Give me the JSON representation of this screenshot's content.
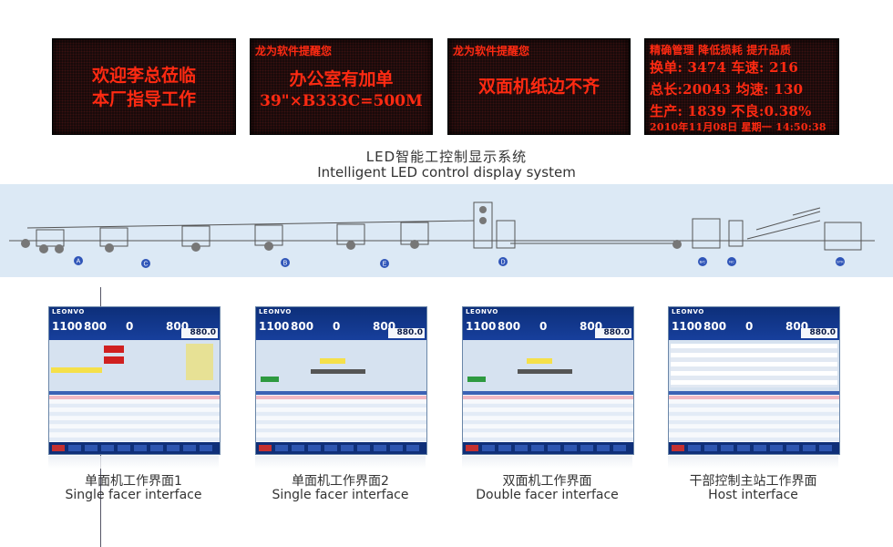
{
  "led_panels": [
    {
      "header": "",
      "lines": [
        "欢迎李总莅临",
        "本厂指导工作"
      ]
    },
    {
      "header": "龙为软件提醒您",
      "lines": [
        "办公室有加单",
        "39\"×B333C=500M"
      ]
    },
    {
      "header": "龙为软件提醒您",
      "lines": [
        "双面机纸边不齐"
      ]
    },
    {
      "header": "",
      "lines": [
        "精确管理 降低损耗 提升品质",
        "换单: 3474 车速: 216",
        "总长:20043 均速: 130",
        "生产: 1839 不良:0.38%",
        "2010年11月08日 星期一 14:50:38"
      ]
    }
  ],
  "caption": {
    "zh": "LED智能工控制显示系统",
    "en": "Intelligent LED control display system"
  },
  "machine": {
    "stations": [
      "A",
      "C",
      "B",
      "E",
      "D"
    ],
    "labels": [
      "B/C",
      "NC",
      "STK"
    ],
    "colors": {
      "station": "#2f55b8",
      "band": "#dce9f5",
      "machine": "#555555"
    }
  },
  "screens": [
    {
      "top_values": [
        "1100",
        "800",
        "0",
        "800"
      ],
      "box_value": "880.0",
      "logo": "LEONVO",
      "zh": "单面机工作界面1",
      "en": "Single facer interface"
    },
    {
      "top_values": [
        "1100",
        "800",
        "0",
        "800"
      ],
      "box_value": "880.0",
      "logo": "LEONVO",
      "zh": "单面机工作界面2",
      "en": "Single facer interface"
    },
    {
      "top_values": [
        "1100",
        "800",
        "0",
        "800"
      ],
      "box_value": "880.0",
      "logo": "LEONVO",
      "zh": "双面机工作界面",
      "en": "Double facer interface"
    },
    {
      "top_values": [
        "1100",
        "800",
        "0",
        "800"
      ],
      "box_value": "880.0",
      "logo": "LEONVO",
      "zh": "干部控制主站工作界面",
      "en": "Host interface"
    }
  ],
  "colors": {
    "led_text": "#ff2a12",
    "screen_header": "#0d2f7a",
    "highlight_row": "#c43030"
  }
}
